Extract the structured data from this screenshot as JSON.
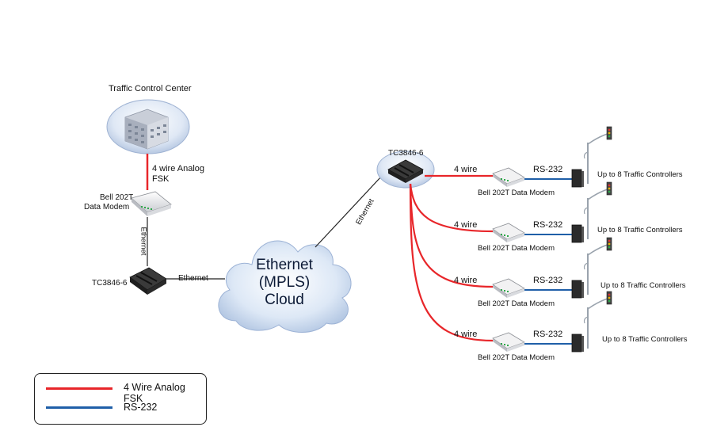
{
  "center": {
    "title": "Traffic Control Center"
  },
  "left": {
    "link_label": [
      "4 wire Analog",
      "FSK"
    ],
    "modem_label": [
      "Bell 202T",
      "Data Modem"
    ],
    "vertical_link": "Ethernet",
    "tc_label": "TC3846-6",
    "tc_link": "Ethernet"
  },
  "cloud": {
    "lines": [
      "Ethernet",
      "(MPLS)",
      "Cloud"
    ]
  },
  "diag_link": "Ethernet",
  "hub": {
    "label": "TC3846-6"
  },
  "rows": [
    {
      "wire": "4 wire",
      "rs": "RS-232",
      "modem": "Bell 202T Data Modem",
      "controllers": "Up to 8 Traffic Controllers"
    },
    {
      "wire": "4 wire",
      "rs": "RS-232",
      "modem": "Bell 202T Data Modem",
      "controllers": "Up to 8 Traffic Controllers"
    },
    {
      "wire": "4 wire",
      "rs": "RS-232",
      "modem": "Bell 202T Data Modem",
      "controllers": "Up to 8 Traffic Controllers"
    },
    {
      "wire": "4 wire",
      "rs": "RS-232",
      "modem": "Bell 202T Data Modem",
      "controllers": "Up to 8 Traffic Controllers"
    }
  ],
  "legend": {
    "items": [
      {
        "label": "4 Wire Analog FSK",
        "color": "#e8262a"
      },
      {
        "label": "RS-232",
        "color": "#1f5fa8"
      }
    ]
  },
  "colors": {
    "fsk": "#e8262a",
    "rs232": "#1f5fa8",
    "ethernet": "#222222"
  }
}
